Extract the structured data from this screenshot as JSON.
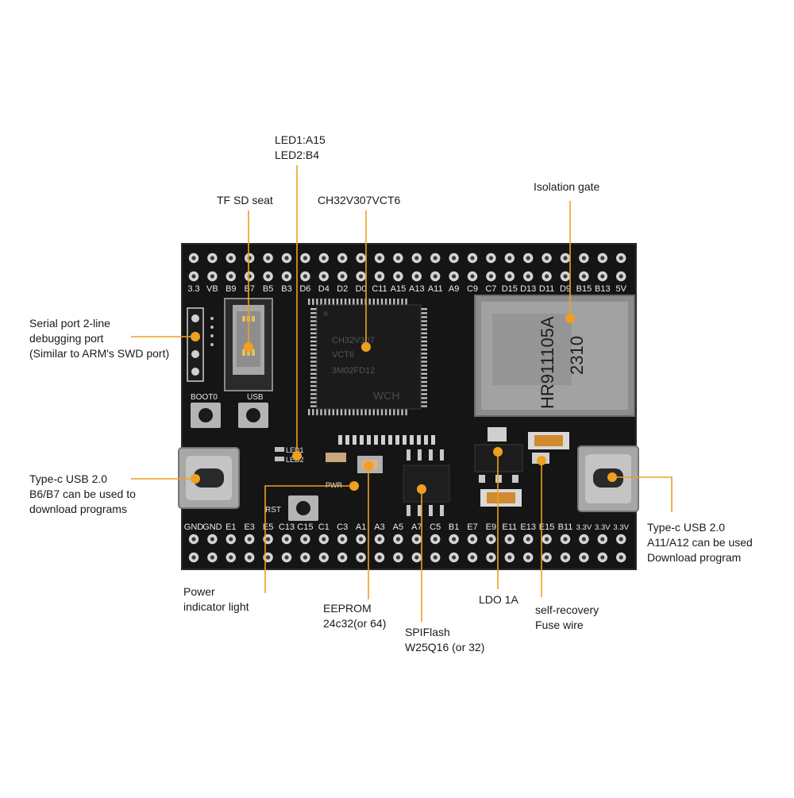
{
  "board": {
    "top_header_labels": [
      "3.3",
      "VB",
      "B9",
      "B7",
      "B5",
      "B3",
      "D6",
      "D4",
      "D2",
      "D0",
      "C11",
      "A15",
      "A13",
      "A11",
      "A9",
      "C9",
      "C7",
      "D15",
      "D13",
      "D11",
      "D9",
      "B15",
      "B13",
      "5V"
    ],
    "bottom_header_labels": [
      "GND",
      "GND",
      "E1",
      "E3",
      "E5",
      "C13",
      "C15",
      "C1",
      "C3",
      "A1",
      "A3",
      "A5",
      "A7",
      "C5",
      "B1",
      "E7",
      "E9",
      "E11",
      "E13",
      "E15",
      "B11",
      "3.3V",
      "3.3V",
      "3.3V"
    ],
    "chip_marking": [
      "CH32V307",
      "VCT6",
      "3M02FD12"
    ],
    "chip_logo": "WCH",
    "ethernet_marking": [
      "HR911105A",
      "2310"
    ],
    "silk": {
      "boot0": "BOOT0",
      "usb": "USB",
      "led1": "LED1",
      "led2": "LED2",
      "pwr": "PWR",
      "rst": "RST"
    }
  },
  "callouts": {
    "serial_port": [
      "Serial port 2-line",
      "debugging port",
      "(Similar to ARM's SWD port)"
    ],
    "tf_sd": [
      "TF SD seat"
    ],
    "led": [
      "LED1:A15",
      "LED2:B4"
    ],
    "mcu": [
      "CH32V307VCT6"
    ],
    "isolation": [
      "Isolation gate"
    ],
    "typec_left": [
      "Type-c USB 2.0",
      "B6/B7 can be used to",
      "download programs"
    ],
    "typec_right": [
      "Type-c USB 2.0",
      "A11/A12 can be used",
      "Download program"
    ],
    "power_light": [
      "Power",
      "indicator light"
    ],
    "eeprom": [
      "EEPROM",
      "24c32(or 64)"
    ],
    "spiflash": [
      "SPIFlash",
      "W25Q16 (or 32)"
    ],
    "ldo": [
      "LDO 1A"
    ],
    "fuse": [
      "self-recovery",
      "Fuse wire"
    ]
  },
  "colors": {
    "board": "#141414",
    "accent": "#f0a020",
    "silk": "#e8e8e8",
    "pad": "#d6d6d6"
  }
}
